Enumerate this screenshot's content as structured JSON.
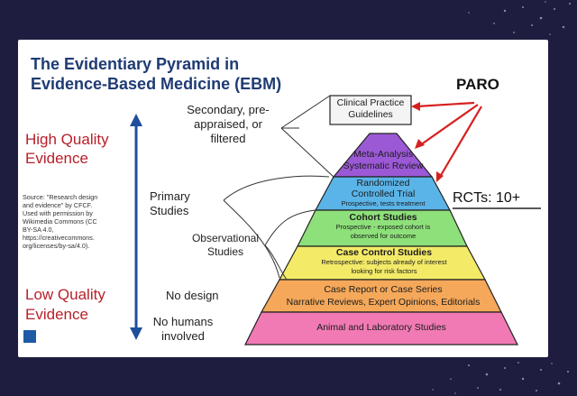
{
  "title": [
    "The Evidentiary Pyramid in",
    "Evidence-Based Medicine (EBM)"
  ],
  "paro": "PARO",
  "rcts_note": "RCTs: 10+",
  "high_quality": [
    "High Quality",
    "Evidence"
  ],
  "low_quality": [
    "Low Quality",
    "Evidence"
  ],
  "source": [
    "Source: \"Research design",
    "and evidence\" by CFCF.",
    "Used with permission by",
    "Wikimedia Commons (CC",
    "BY-SA 4.0,",
    "https://creativecommons.",
    "org/licenses/by-sa/4.0)."
  ],
  "secondary": [
    "Secondary, pre-",
    "appraised, or",
    "filtered"
  ],
  "primary": [
    "Primary",
    "Studies"
  ],
  "observational": [
    "Observational",
    "Studies"
  ],
  "no_design": "No design",
  "no_humans": [
    "No humans",
    "involved"
  ],
  "levels": [
    {
      "lines": [
        "Clinical Practice",
        "Guidelines"
      ],
      "color": "#ffffff"
    },
    {
      "lines": [
        "Meta-Analysis",
        "Systematic Review"
      ],
      "color": "#9b59d6"
    },
    {
      "lines": [
        "Randomized",
        "Controlled Trial"
      ],
      "sub": "Prospective, tests treatment",
      "color": "#5ab4e8"
    },
    {
      "lines": [
        "Cohort Studies"
      ],
      "sub": "Prospective - exposed cohort is observed for outcome",
      "color": "#8ee07a"
    },
    {
      "lines": [
        "Case Control Studies"
      ],
      "sub": "Retrospective: subjects already of interest looking for risk factors",
      "color": "#f3ea68"
    },
    {
      "lines": [
        "Case Report or Case Series",
        "Narrative Reviews, Expert Opinions, Editorials"
      ],
      "color": "#f5a85a"
    },
    {
      "lines": [
        "Animal and Laboratory Studies"
      ],
      "color": "#f17ab5"
    }
  ],
  "colors": {
    "title": "#1f3b73",
    "quality": "#b8202a",
    "arrow_red": "#d62020",
    "arrow_blue": "#1f4e9a"
  }
}
